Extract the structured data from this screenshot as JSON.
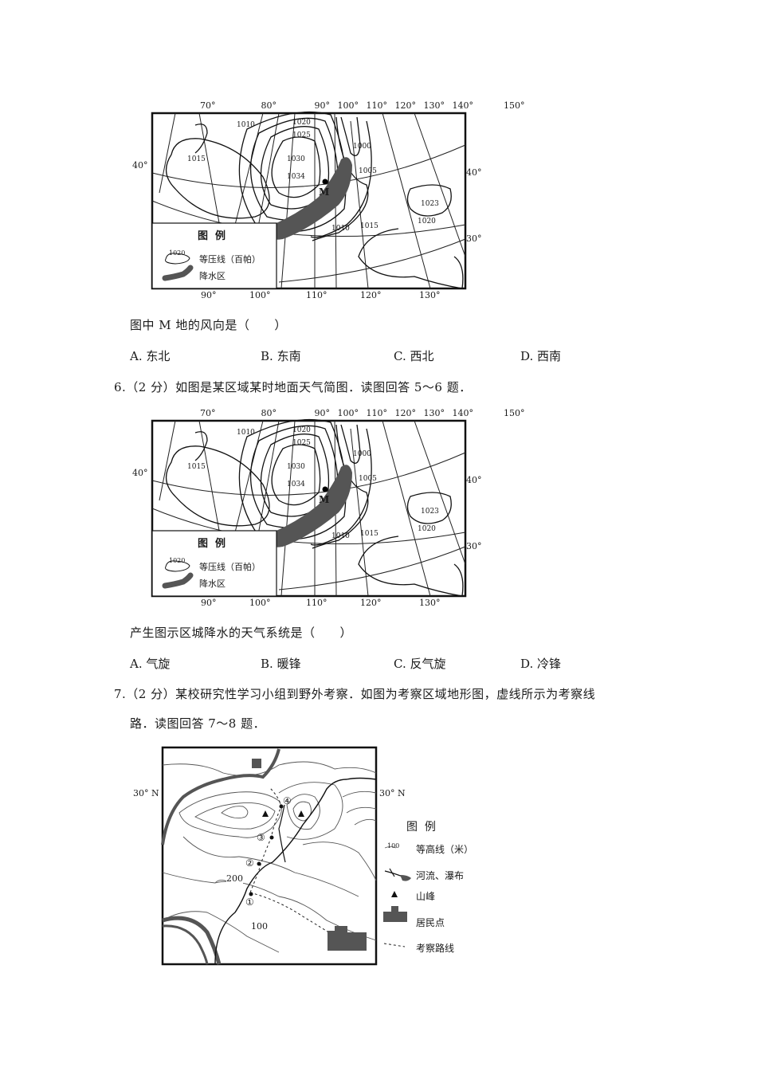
{
  "weather_map": {
    "top_longitudes": [
      "70°",
      "80°",
      "90°",
      "100°",
      "110°",
      "120°",
      "130°",
      "140°",
      "150°"
    ],
    "bottom_longitudes": [
      "90°",
      "100°",
      "110°",
      "120°",
      "130°"
    ],
    "left_latitudes": [
      "40°"
    ],
    "right_latitudes": [
      "40°",
      "30°"
    ],
    "isobar_labels": [
      "1010",
      "1020",
      "1025",
      "1000",
      "1015",
      "1030",
      "1034",
      "1005",
      "1023",
      "1020",
      "1010",
      "1015"
    ],
    "point_label": "M",
    "legend": {
      "title": "图  例",
      "isobar_sample": "1020",
      "isobar_label": "等压线（百帕）",
      "precip_label": "降水区"
    }
  },
  "question5": {
    "stem": "图中 M 地的风向是（　　）",
    "options": [
      {
        "key": "A.",
        "text": "东北"
      },
      {
        "key": "B.",
        "text": "东南"
      },
      {
        "key": "C.",
        "text": "西北"
      },
      {
        "key": "D.",
        "text": "西南"
      }
    ]
  },
  "question6": {
    "header": "6.（2 分）如图是某区域某时地面天气简图．读图回答 5～6 题．",
    "stem": "产生图示区城降水的天气系统是（　　）",
    "options": [
      {
        "key": "A.",
        "text": "气旋"
      },
      {
        "key": "B.",
        "text": "暖锋"
      },
      {
        "key": "C.",
        "text": "反气旋"
      },
      {
        "key": "D.",
        "text": "冷锋"
      }
    ]
  },
  "question7": {
    "header_line1": "7.（2 分）某校研究性学习小组到野外考察．如图为考察区域地形图，虚线所示为考察线",
    "header_line2": "路．读图回答 7～8 题．"
  },
  "terrain_map": {
    "lat_left": "30° N",
    "lat_right": "30° N",
    "contour_labels": [
      "200",
      "100"
    ],
    "stops": [
      "①",
      "②",
      "③",
      "④"
    ],
    "legend": {
      "title": "图  例",
      "contour_sample": "100",
      "contour_label": "等高线（米）",
      "river_label": "河流、瀑布",
      "peak_label": "山峰",
      "settlement_label": "居民点",
      "route_label": "考察路线"
    }
  }
}
